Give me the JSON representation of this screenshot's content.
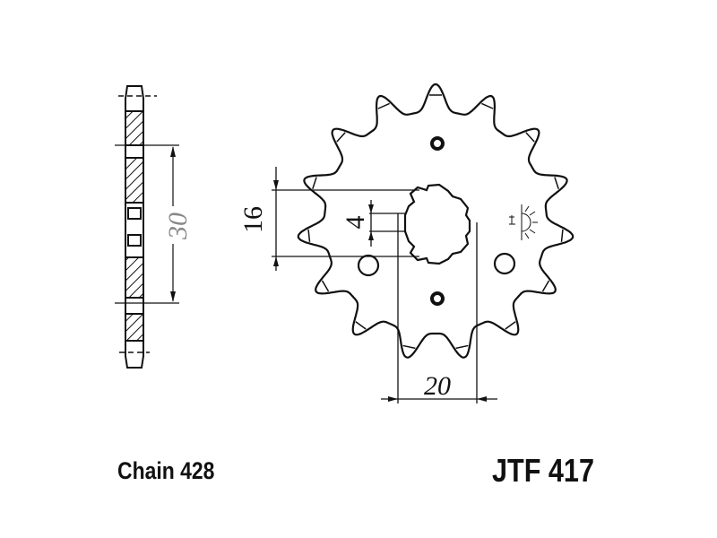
{
  "dimensions": {
    "pitch_circle": "30",
    "bore": "16",
    "spline_width": "4",
    "across_splines": "20"
  },
  "labels": {
    "chain": "Chain 428",
    "part_number": "JTF 417"
  },
  "sprocket": {
    "teeth": 15
  }
}
